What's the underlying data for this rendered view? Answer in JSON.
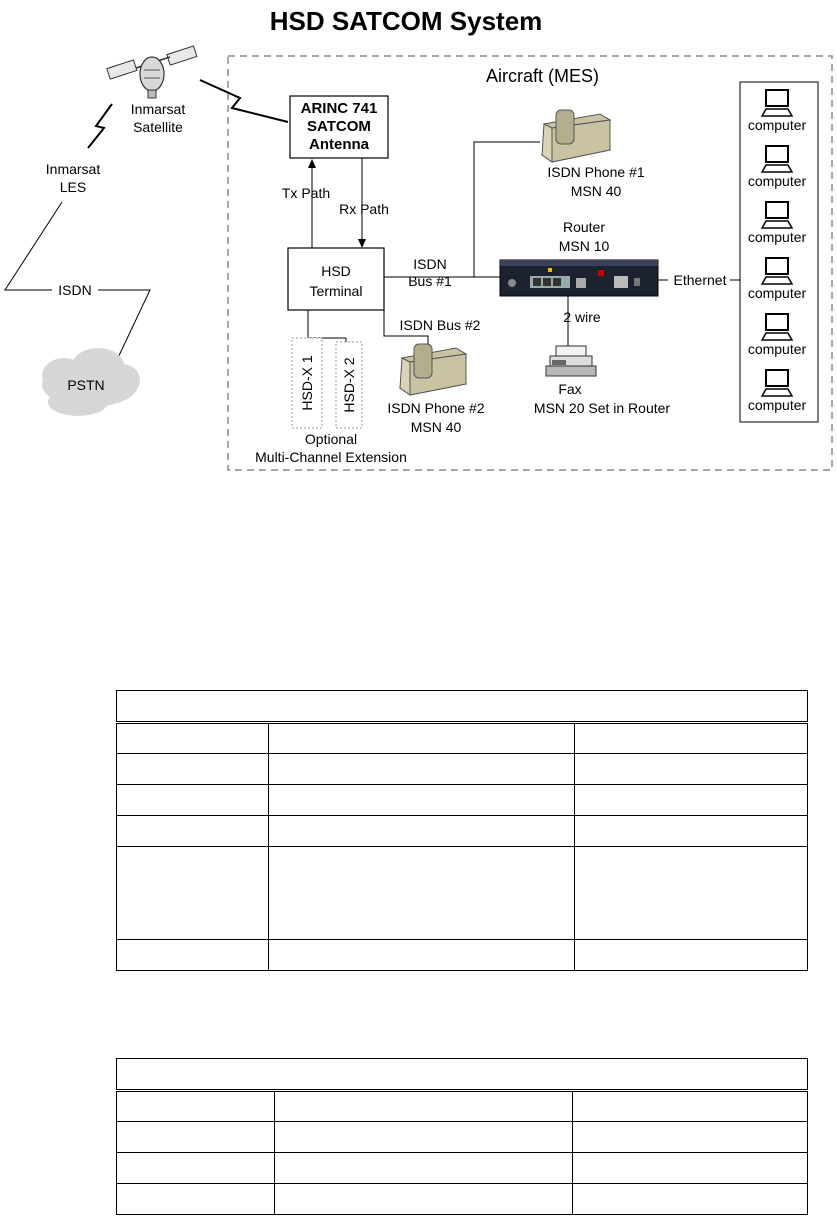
{
  "title": "HSD SATCOM System",
  "aircraft_label": "Aircraft (MES)",
  "satellite": {
    "line1": "Inmarsat",
    "line2": "Satellite"
  },
  "les": {
    "line1": "Inmarsat",
    "line2": "LES"
  },
  "isdn_label": "ISDN",
  "pstn_label": "PSTN",
  "antenna": {
    "line1": "ARINC 741",
    "line2": "SATCOM",
    "line3": "Antenna"
  },
  "tx_path": "Tx Path",
  "rx_path": "Rx Path",
  "terminal": {
    "line1": "HSD",
    "line2": "Terminal"
  },
  "bus1": {
    "line1": "ISDN",
    "line2": "Bus #1"
  },
  "bus2": "ISDN Bus #2",
  "phone1": {
    "line1": "ISDN Phone #1",
    "line2": "MSN 40"
  },
  "phone2": {
    "line1": "ISDN Phone #2",
    "line2": "MSN 40"
  },
  "router": {
    "line1": "Router",
    "line2": "MSN 10"
  },
  "two_wire": "2 wire",
  "fax": {
    "line1": "Fax",
    "line2": "MSN 20 Set in Router"
  },
  "ethernet": "Ethernet",
  "hsdx1": "HSD-X 1",
  "hsdx2": "HSD-X 2",
  "optional": {
    "line1": "Optional",
    "line2": "Multi-Channel Extension"
  },
  "computers": [
    "computer",
    "computer",
    "computer",
    "computer",
    "computer",
    "computer"
  ],
  "colors": {
    "phone": "#c9c3a3",
    "router": "#1d2230",
    "cloud": "#d6d6d6",
    "dashed": "#8a8a8a"
  }
}
